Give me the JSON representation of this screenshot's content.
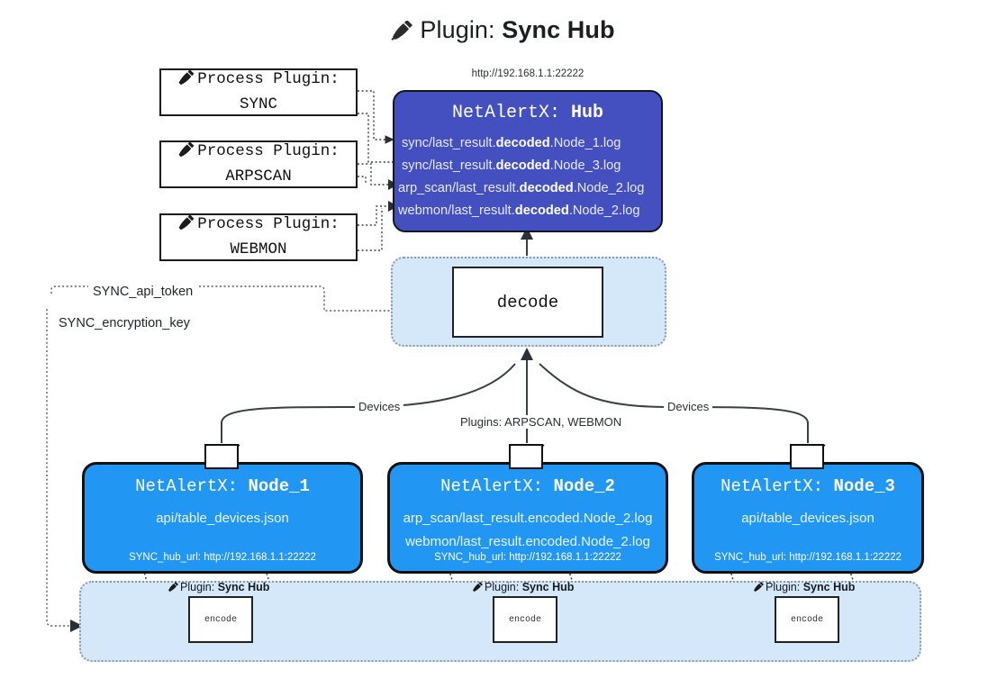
{
  "title": {
    "icon": "plug-icon",
    "prefix": "Plugin:",
    "name": "Sync Hub"
  },
  "process_plugins": [
    {
      "line1": "Process Plugin:",
      "line2": "SYNC",
      "icon": "plug-icon"
    },
    {
      "line1": "Process Plugin:",
      "line2": "ARPSCAN",
      "icon": "plug-icon"
    },
    {
      "line1": "Process Plugin:",
      "line2": "WEBMON",
      "icon": "plug-icon"
    }
  ],
  "hub": {
    "url": "http://192.168.1.1:22222",
    "title_prefix": "NetAlertX:",
    "title_name": "Hub",
    "logs": [
      {
        "pre": "sync/last_result.",
        "mid": "decoded",
        "post": ".Node_1.log"
      },
      {
        "pre": "sync/last_result.",
        "mid": "decoded",
        "post": ".Node_3.log"
      },
      {
        "pre": "arp_scan/last_result.",
        "mid": "decoded",
        "post": ".Node_2.log"
      },
      {
        "pre": "webmon/last_result.",
        "mid": "decoded",
        "post": ".Node_2.log"
      }
    ]
  },
  "decode": {
    "label": "decode"
  },
  "settings": {
    "api_token": "SYNC_api_token",
    "encryption_key": "SYNC_encryption_key"
  },
  "edges": {
    "devices_left": "Devices",
    "devices_right": "Devices",
    "plugins_center": "Plugins: ARPSCAN, WEBMON"
  },
  "nodes": [
    {
      "title_prefix": "NetAlertX:",
      "title_name": "Node_1",
      "lines": [
        "api/table_devices.json"
      ],
      "footer": "SYNC_hub_url: http://192.168.1.1:22222"
    },
    {
      "title_prefix": "NetAlertX:",
      "title_name": "Node_2",
      "lines": [
        "arp_scan/last_result.encoded.Node_2.log",
        "webmon/last_result.encoded.Node_2.log"
      ],
      "footer": "SYNC_hub_url: http://192.168.1.1:22222"
    },
    {
      "title_prefix": "NetAlertX:",
      "title_name": "Node_3",
      "lines": [
        "api/table_devices.json"
      ],
      "footer": "SYNC_hub_url: http://192.168.1.1:22222"
    }
  ],
  "encoders": [
    {
      "label_prefix": "Plugin:",
      "label_name": "Sync Hub",
      "box": "encode"
    },
    {
      "label_prefix": "Plugin:",
      "label_name": "Sync Hub",
      "box": "encode"
    },
    {
      "label_prefix": "Plugin:",
      "label_name": "Sync Hub",
      "box": "encode"
    }
  ],
  "colors": {
    "hub": "#4450bf",
    "node": "#2196f3",
    "group": "#d5e8fa",
    "line": "#3a4049"
  }
}
